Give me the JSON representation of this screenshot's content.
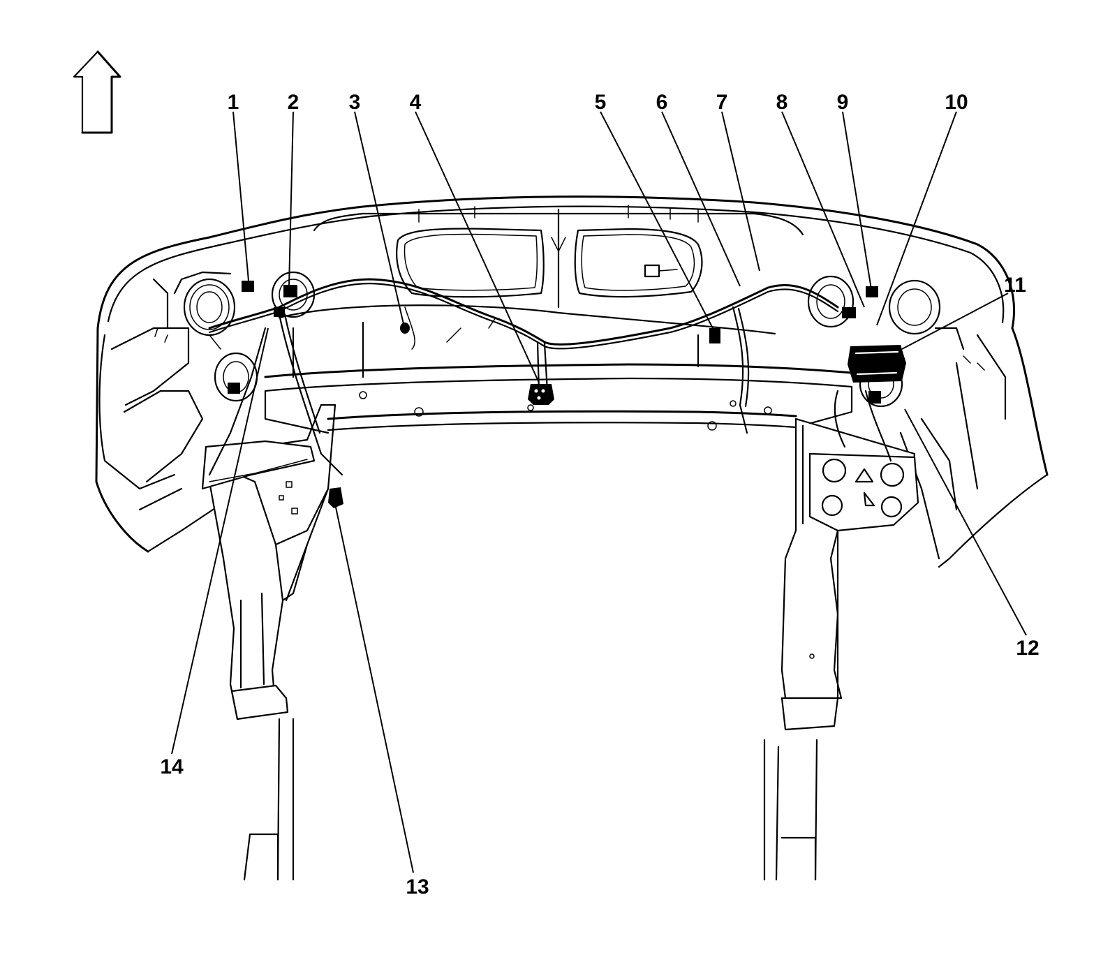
{
  "orientation_arrow": {
    "icon": "up-arrow-icon"
  },
  "callouts": [
    {
      "number": "1"
    },
    {
      "number": "2"
    },
    {
      "number": "3"
    },
    {
      "number": "4"
    },
    {
      "number": "5"
    },
    {
      "number": "6"
    },
    {
      "number": "7"
    },
    {
      "number": "8"
    },
    {
      "number": "9"
    },
    {
      "number": "10"
    },
    {
      "number": "11"
    },
    {
      "number": "12"
    },
    {
      "number": "13"
    },
    {
      "number": "14"
    }
  ],
  "colors": {
    "line": "#000000",
    "background": "#ffffff"
  }
}
